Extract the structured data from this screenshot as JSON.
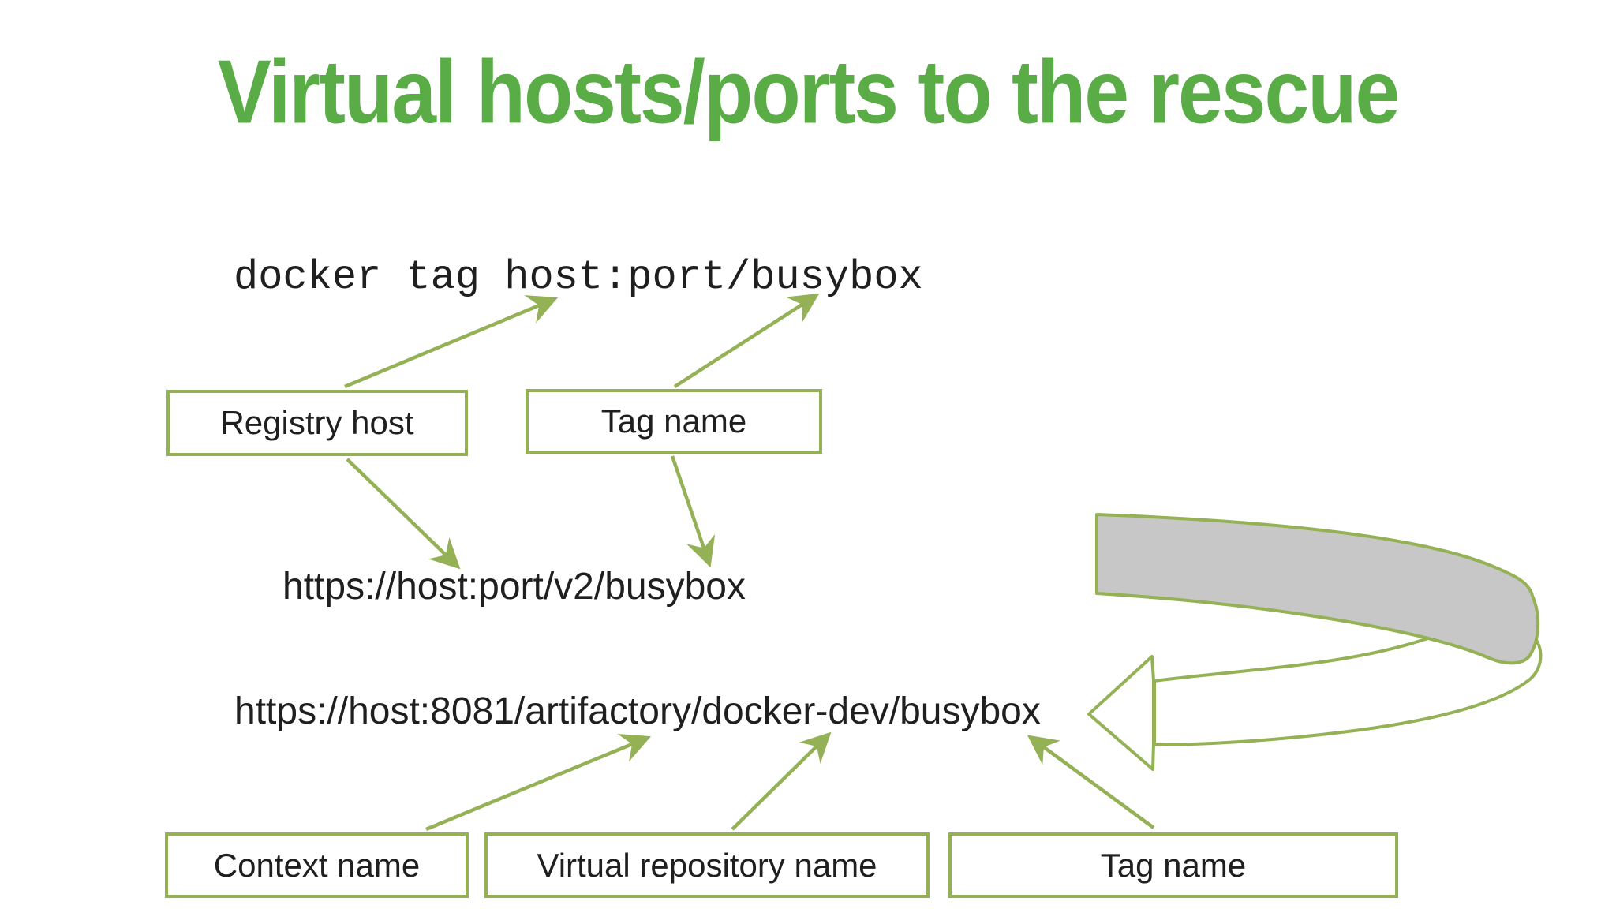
{
  "slide": {
    "title": "Virtual hosts/ports to the rescue",
    "docker_command": "docker tag host:port/busybox",
    "url_v2": "https://host:port/v2/busybox",
    "url_artifactory": "https://host:8081/artifactory/docker-dev/busybox",
    "labels": {
      "registry_host": "Registry host",
      "tag_name_top": "Tag name",
      "context_name": "Context name",
      "virtual_repository_name": "Virtual repository name",
      "tag_name_bottom": "Tag name"
    },
    "colors": {
      "title_green": "#5aad46",
      "line_green": "#94b156",
      "swoosh_gray": "#c7c7c7",
      "text_black": "#1f1f1f"
    }
  }
}
